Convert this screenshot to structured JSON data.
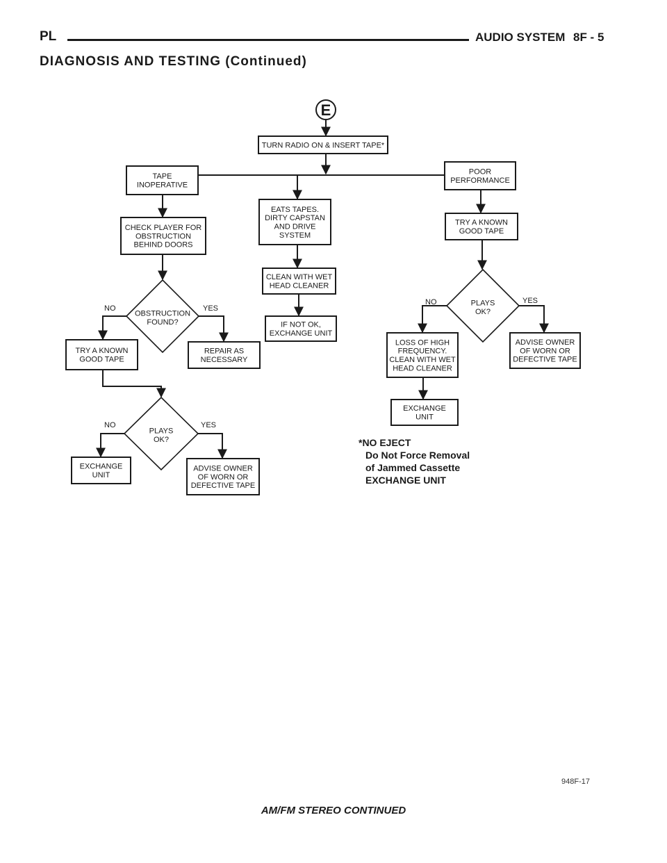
{
  "header": {
    "code": "PL",
    "title": "AUDIO SYSTEM",
    "page": "8F - 5"
  },
  "section_title": "DIAGNOSIS AND TESTING (Continued)",
  "diagram": {
    "start_label": "E",
    "nodes": {
      "turn_on": [
        "TURN RADIO ON & INSERT TAPE*"
      ],
      "tape_inop": [
        "TAPE",
        "INOPERATIVE"
      ],
      "eats_tapes": [
        "EATS TAPES.",
        "DIRTY CAPSTAN",
        "AND DRIVE",
        "SYSTEM"
      ],
      "poor_perf": [
        "POOR",
        "PERFORMANCE"
      ],
      "check_player": [
        "CHECK PLAYER FOR",
        "OBSTRUCTION",
        "BEHIND DOORS"
      ],
      "clean_wet": [
        "CLEAN WITH WET",
        "HEAD CLEANER"
      ],
      "try_known_right": [
        "TRY A KNOWN",
        "GOOD TAPE"
      ],
      "obstruction": [
        "OBSTRUCTION",
        "FOUND?"
      ],
      "if_not_ok": [
        "IF NOT OK,",
        "EXCHANGE UNIT"
      ],
      "plays_ok_right": [
        "PLAYS",
        "OK?"
      ],
      "try_known_left": [
        "TRY A KNOWN",
        "GOOD TAPE"
      ],
      "repair": [
        "REPAIR AS",
        "NECESSARY"
      ],
      "loss_high": [
        "LOSS OF HIGH",
        "FREQUENCY.",
        "CLEAN WITH WET",
        "HEAD CLEANER"
      ],
      "advise_right": [
        "ADVISE OWNER",
        "OF WORN OR",
        "DEFECTIVE TAPE"
      ],
      "exchange_right": [
        "EXCHANGE",
        "UNIT"
      ],
      "plays_ok_left": [
        "PLAYS",
        "OK?"
      ],
      "exchange_left": [
        "EXCHANGE",
        "UNIT"
      ],
      "advise_left": [
        "ADVISE OWNER",
        "OF WORN OR",
        "DEFECTIVE TAPE"
      ]
    },
    "branch_labels": {
      "no": "NO",
      "yes": "YES"
    },
    "note": [
      "*NO EJECT",
      "Do Not Force Removal",
      "of Jammed Cassette",
      "EXCHANGE UNIT"
    ],
    "figure_id": "948F-17"
  },
  "footer": "AM/FM STEREO CONTINUED"
}
